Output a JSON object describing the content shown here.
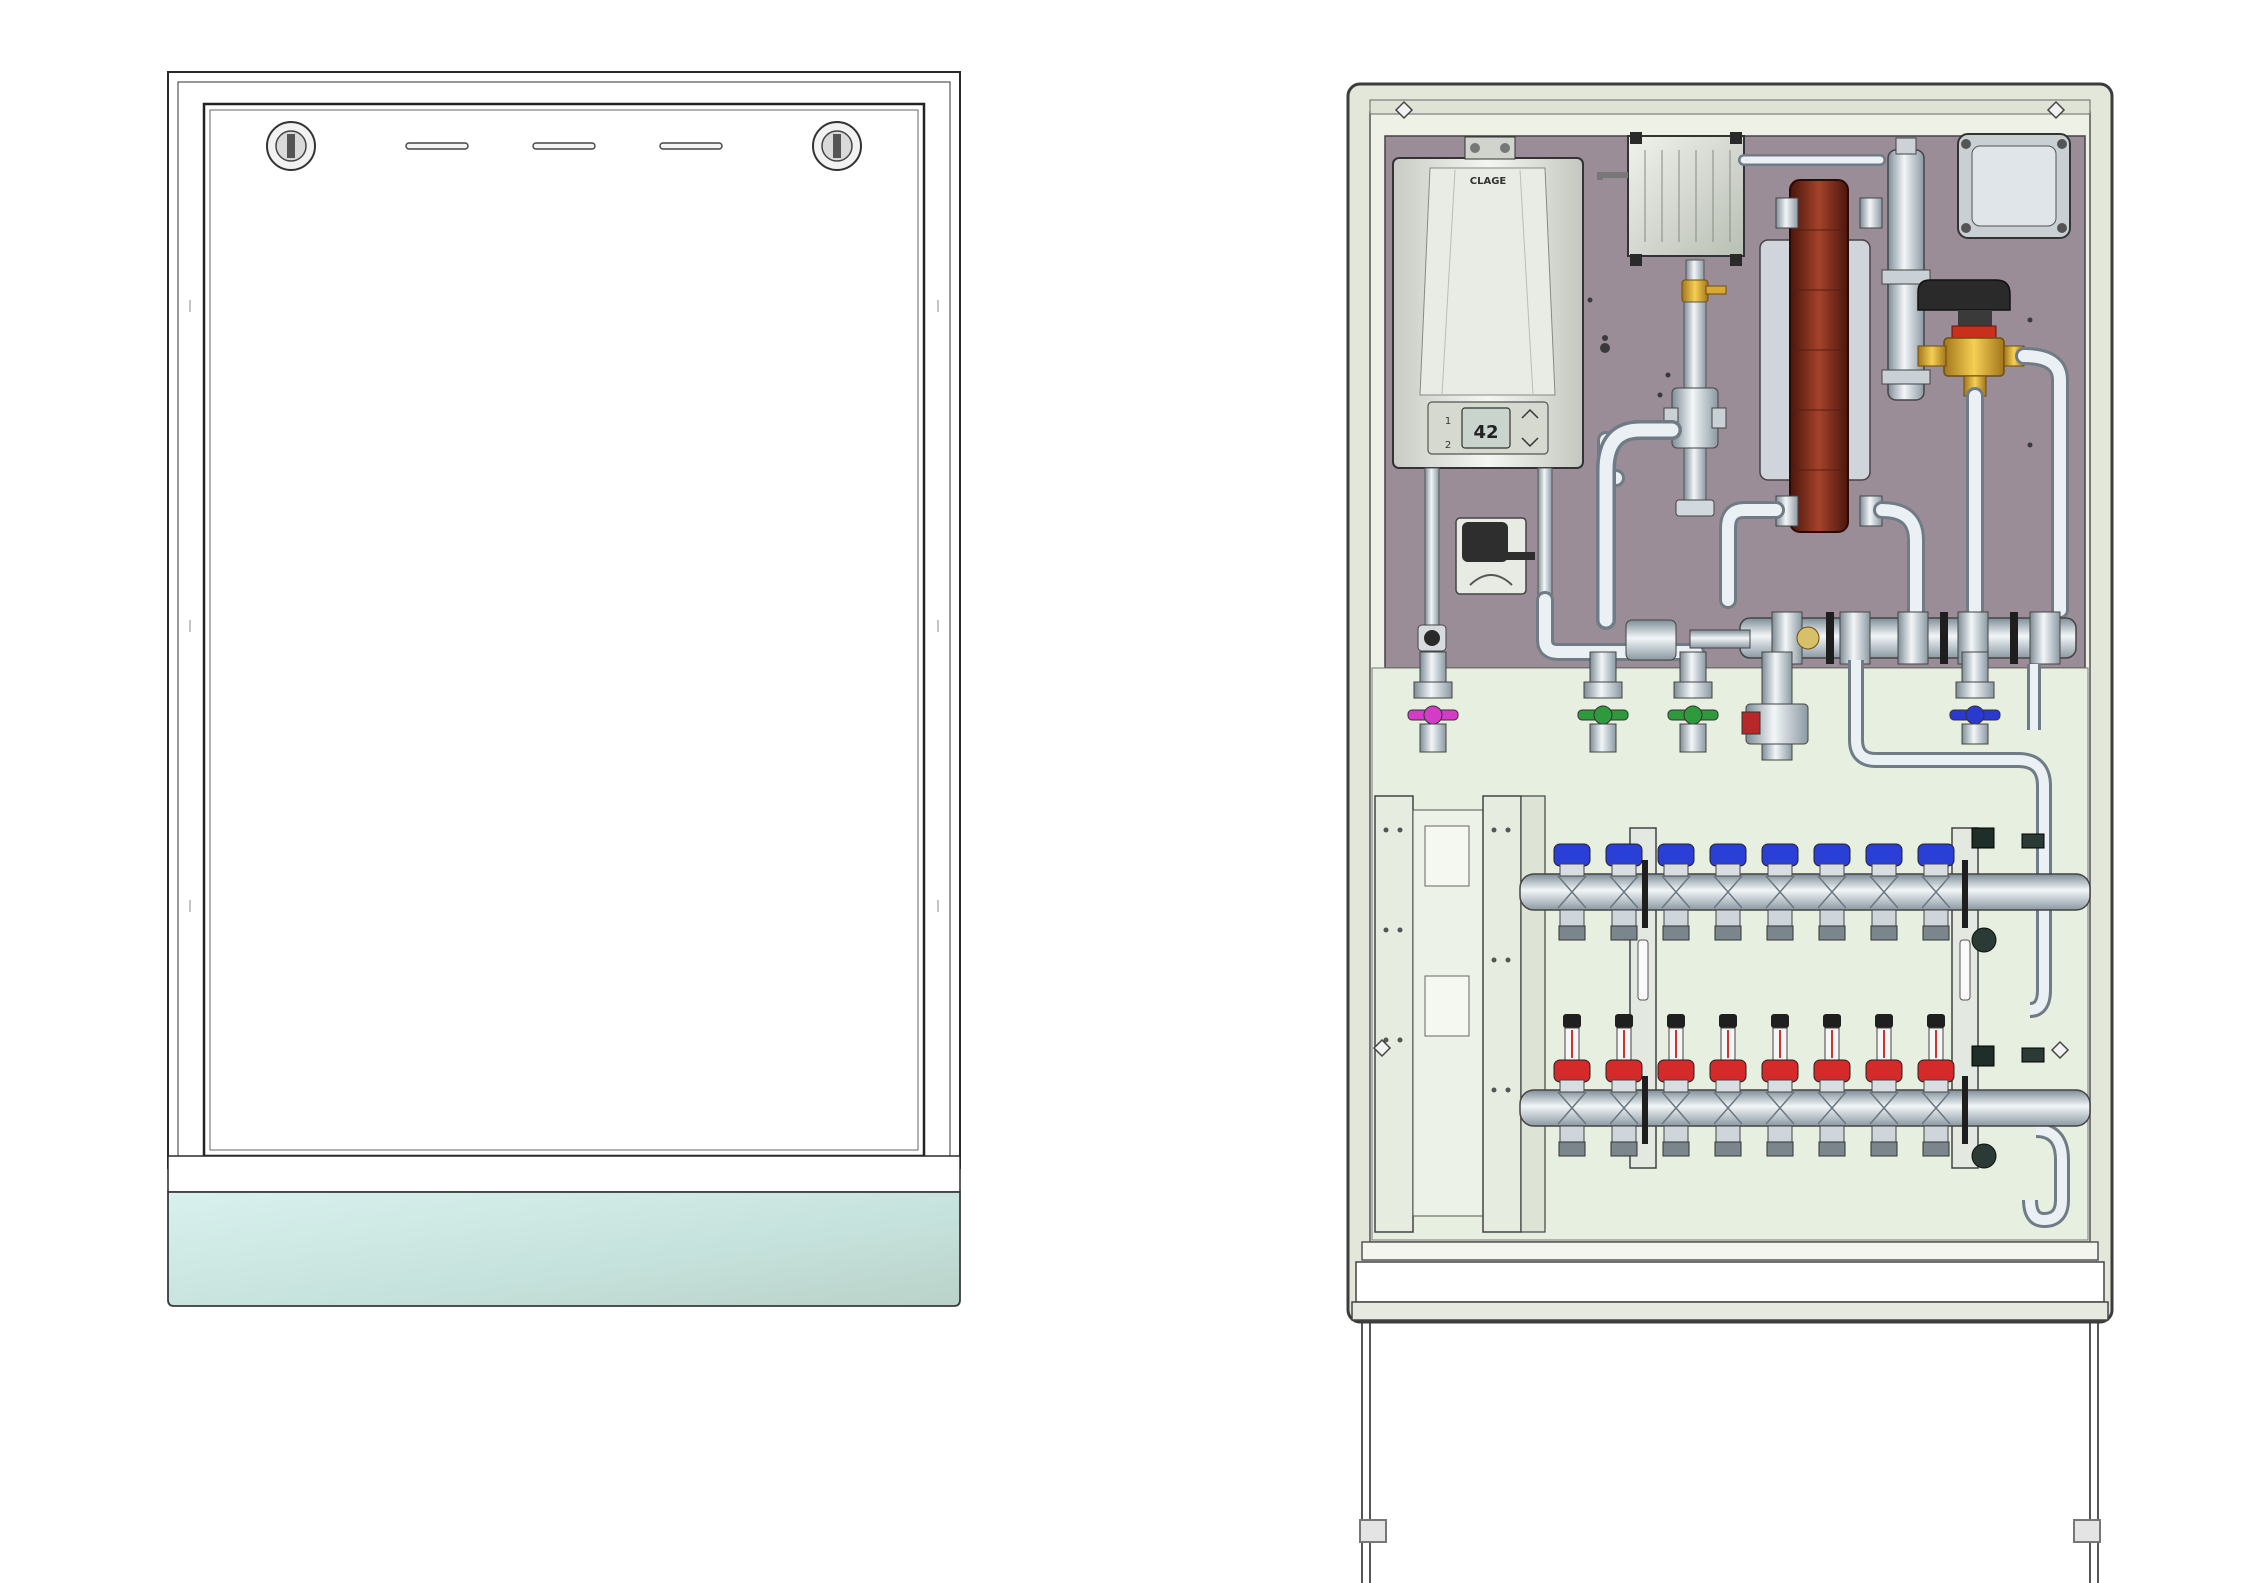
{
  "closed_cabinet": {
    "panel_fill": "#ffffff",
    "frame_stroke": "#2a2a2a",
    "plinth_fill": "#cfe9e6",
    "lock_count": 2,
    "vent_slot_count": 3
  },
  "open_cabinet": {
    "body_fill": "#e3e7da",
    "upper_panel_fill": "#9a8d98",
    "lower_panel_fill": "#e7efe0",
    "heater": {
      "brand": "CLAGE",
      "display": "42",
      "button_1": "1",
      "button_2": "2"
    },
    "heat_exchanger_color": "#7a2a1a",
    "pump_color": "#2e2e2e",
    "ball_valve_colors": [
      "#d43bc7",
      "#2f9a3c",
      "#2f9a3c",
      "#b8282a",
      "#2a3ad1"
    ],
    "manifold_top": {
      "cap_color": "#2a3fd6",
      "outlet_count": 8
    },
    "manifold_bottom": {
      "cap_color": "#d42a2a",
      "outlet_count": 8
    }
  }
}
